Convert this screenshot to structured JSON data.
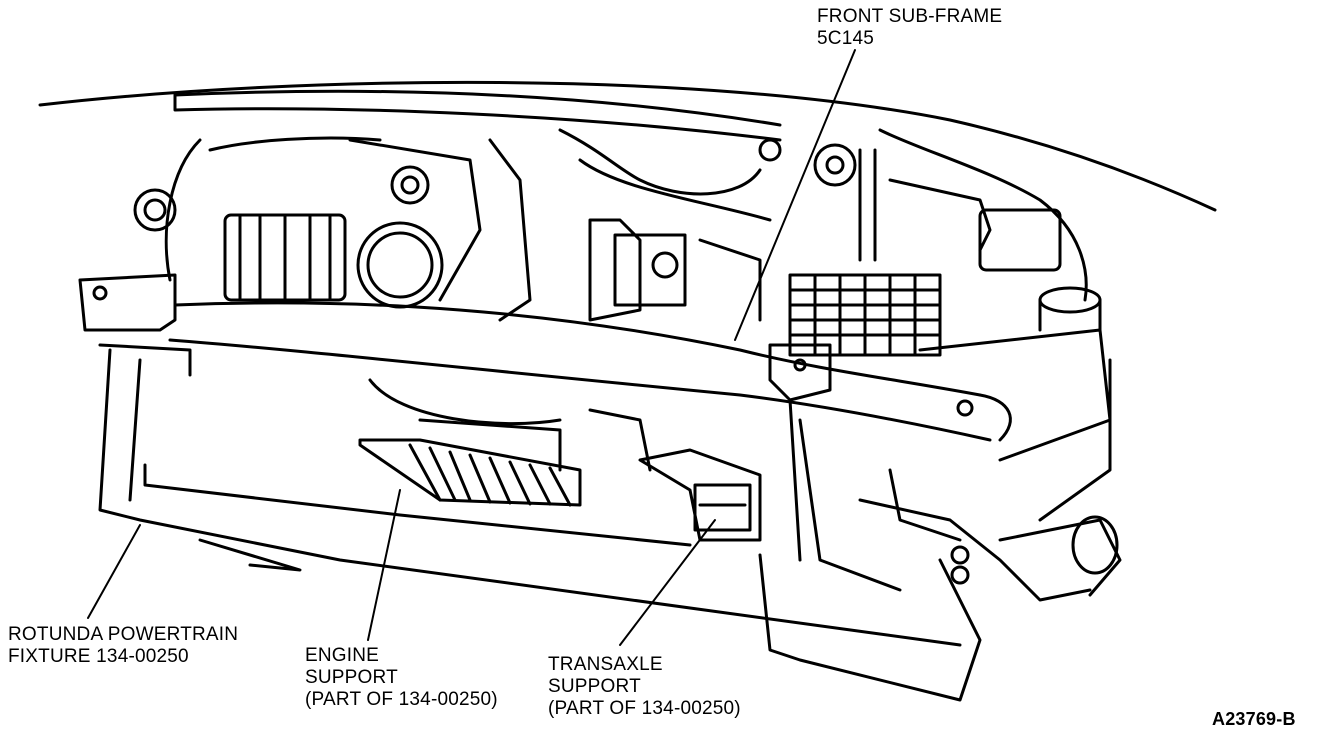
{
  "callouts": {
    "front_subframe": {
      "line1": "FRONT SUB-FRAME",
      "line2": "5C145"
    },
    "fixture": {
      "line1": "ROTUNDA POWERTRAIN",
      "line2": "FIXTURE 134-00250"
    },
    "engine_support": {
      "line1": "ENGINE",
      "line2": "SUPPORT",
      "line3": "(PART OF 134-00250)"
    },
    "transaxle_support": {
      "line1": "TRANSAXLE",
      "line2": "SUPPORT",
      "line3": "(PART OF 134-00250)"
    }
  },
  "figure_id": "A23769-B"
}
